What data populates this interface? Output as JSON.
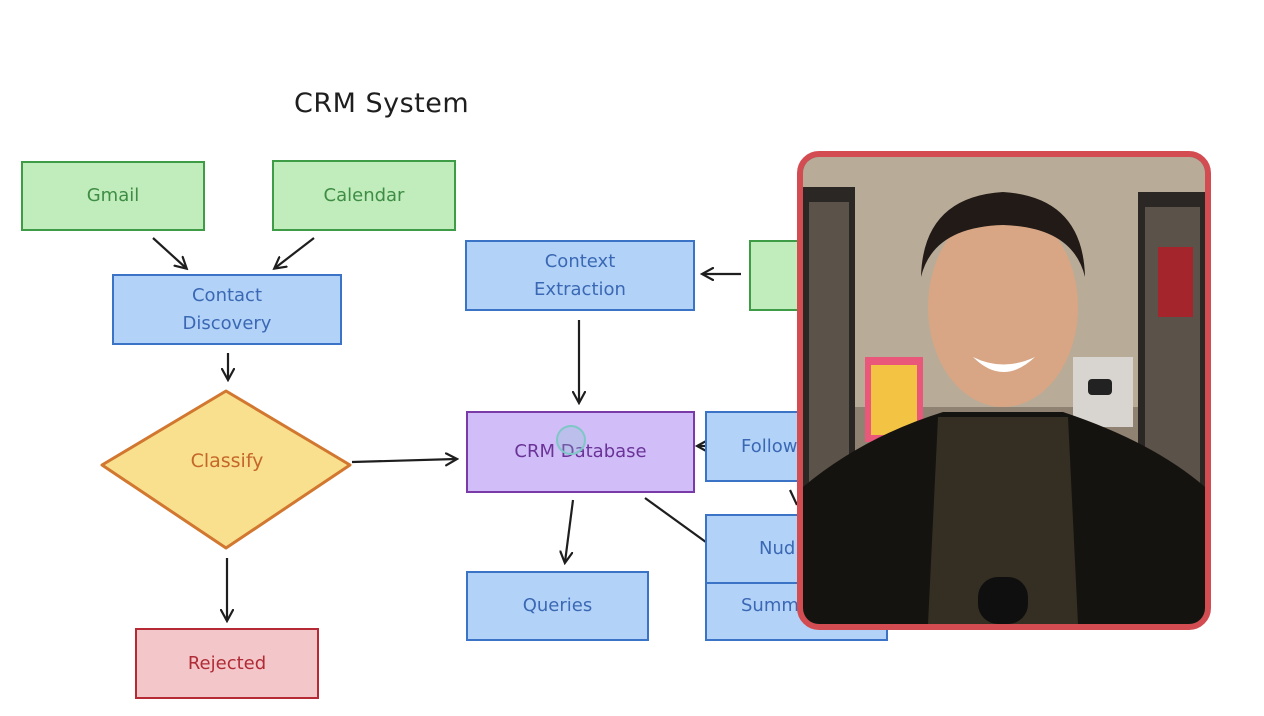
{
  "diagram": {
    "title": "CRM System",
    "nodes": {
      "gmail": "Gmail",
      "calendar": "Calendar",
      "contact_discovery_1": "Contact",
      "contact_discovery_2": "Discovery",
      "classify": "Classify",
      "rejected": "Rejected",
      "context_extraction_1": "Context",
      "context_extraction_2": "Extraction",
      "crm_database": "CRM Database",
      "queries": "Queries",
      "follow": "Follow",
      "nudge": "Nud",
      "summary": "Summ"
    },
    "colors": {
      "source_fill": "#c1ecbb",
      "process_fill": "#b2d3f7",
      "database_fill": "#d1bdf7",
      "decision_fill": "#f8e08e",
      "rejected_fill": "#f3c6c9",
      "webcam_border": "#d24c52"
    }
  },
  "overlay": {
    "webcam": "presenter-webcam"
  }
}
